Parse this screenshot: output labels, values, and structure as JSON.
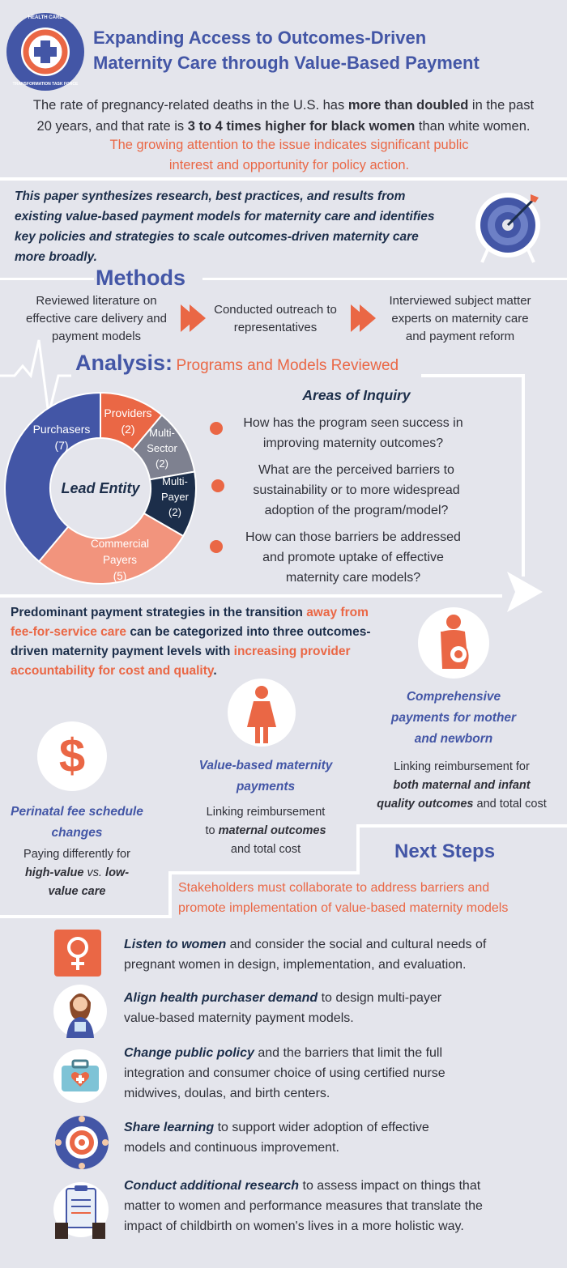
{
  "header": {
    "logo_text_top": "HEALTH CARE",
    "logo_text_bottom": "TRANSFORMATION TASK FORCE",
    "title_line1": "Expanding Access to Outcomes-Driven",
    "title_line2": "Maternity Care through Value-Based Payment"
  },
  "intro": {
    "p1_a": "The rate of pregnancy-related deaths in the U.S. has ",
    "p1_b": "more than doubled",
    "p1_c": " in the past",
    "p1_d": "20 years, and that rate is ",
    "p1_e": "3 to 4 times higher for black women",
    "p1_f": " than white women.",
    "p2_l1": "The growing attention to the issue indicates significant public",
    "p2_l2": "interest and opportunity for policy action."
  },
  "synthesis": {
    "l1": "This paper synthesizes research, best practices, and results from",
    "l2": "existing value-based payment models for maternity care and identifies",
    "l3": "key policies and strategies to scale outcomes-driven maternity care",
    "l4": "more broadly."
  },
  "methods": {
    "heading": "Methods",
    "step1": [
      "Reviewed literature on",
      "effective care delivery and",
      "payment models"
    ],
    "step2": [
      "Conducted outreach to",
      "representatives"
    ],
    "step3": [
      "Interviewed subject matter",
      "experts on maternity care",
      "and payment reform"
    ]
  },
  "analysis": {
    "heading": "Analysis:",
    "subheading": "Programs and Models Reviewed",
    "inquiry_title": "Areas of Inquiry",
    "q1": [
      "How has the program seen success in",
      "improving maternity outcomes?"
    ],
    "q2": [
      "What are the perceived barriers to",
      "sustainability or to more widespread",
      "adoption of the program/model?"
    ],
    "q3": [
      "How can those barriers be addressed",
      "and promote uptake of effective",
      "maternity care models?"
    ]
  },
  "chart_data": {
    "type": "pie",
    "title": "Lead Entity",
    "categories": [
      "Purchasers",
      "Providers",
      "Multi-Sector",
      "Multi-Payer",
      "Commercial Payers"
    ],
    "values": [
      7,
      2,
      2,
      2,
      5
    ],
    "colors": [
      "#4356a6",
      "#ea6745",
      "#7e8190",
      "#1c2e4a",
      "#f2947d"
    ],
    "labels": {
      "purchasers": [
        "Purchasers",
        "(7)"
      ],
      "providers": [
        "Providers",
        "(2)"
      ],
      "multi_sector": [
        "Multi-",
        "Sector",
        "(2)"
      ],
      "multi_payer": [
        "Multi-",
        "Payer",
        "(2)"
      ],
      "commercial": [
        "Commercial",
        "Payers",
        "(5)"
      ]
    }
  },
  "strategies": {
    "intro_a": "Predominant payment strategies in the transition ",
    "intro_b": "away from",
    "intro_c": "fee-for-service care",
    "intro_d": " can be categorized into three outcomes-",
    "intro_e": "driven maternity payment levels with ",
    "intro_f": "increasing provider",
    "intro_g": "accountability for cost and quality",
    "intro_h": ".",
    "level1": {
      "title": [
        "Perinatal fee schedule",
        "changes"
      ],
      "d1": "Paying differently for",
      "d2a": "high-value",
      "d2b": " vs. ",
      "d2c": "low-",
      "d3": "value care"
    },
    "level2": {
      "title": [
        "Value-based maternity",
        "payments"
      ],
      "d1": "Linking reimbursement",
      "d2a": "to ",
      "d2b": "maternal outcomes",
      "d3": "and total cost"
    },
    "level3": {
      "title": [
        "Comprehensive",
        "payments for mother",
        "and newborn"
      ],
      "d1": "Linking reimbursement for",
      "d2": "both maternal and infant",
      "d3a": "quality outcomes",
      "d3b": " and total cost"
    }
  },
  "next_steps": {
    "heading": "Next Steps",
    "sub_l1": "Stakeholders must collaborate to address barriers and",
    "sub_l2": "promote implementation of value-based maternity models",
    "items": [
      {
        "bold": "Listen to women",
        "l1": " and consider the social and cultural needs of",
        "l2": "pregnant women in design, implementation, and evaluation.",
        "l3": ""
      },
      {
        "bold": "Align health purchaser demand",
        "l1": " to design multi-payer",
        "l2": "value-based maternity payment models.",
        "l3": ""
      },
      {
        "bold": "Change public policy",
        "l1": " and the barriers that limit the full",
        "l2": "integration and consumer choice of using certified nurse",
        "l3": "midwives, doulas, and birth centers."
      },
      {
        "bold": "Share learning",
        "l1": " to support wider adoption of effective",
        "l2": "models and continuous improvement.",
        "l3": ""
      },
      {
        "bold": "Conduct additional research",
        "l1": " to assess impact on things that",
        "l2": "matter to women and performance measures that translate the",
        "l3": "impact of childbirth on women's lives in a more holistic way."
      }
    ]
  },
  "colors": {
    "accent": "#ea6745",
    "brand_blue": "#4356a6",
    "navy": "#1c2e4a",
    "background": "#e4e5ec"
  }
}
